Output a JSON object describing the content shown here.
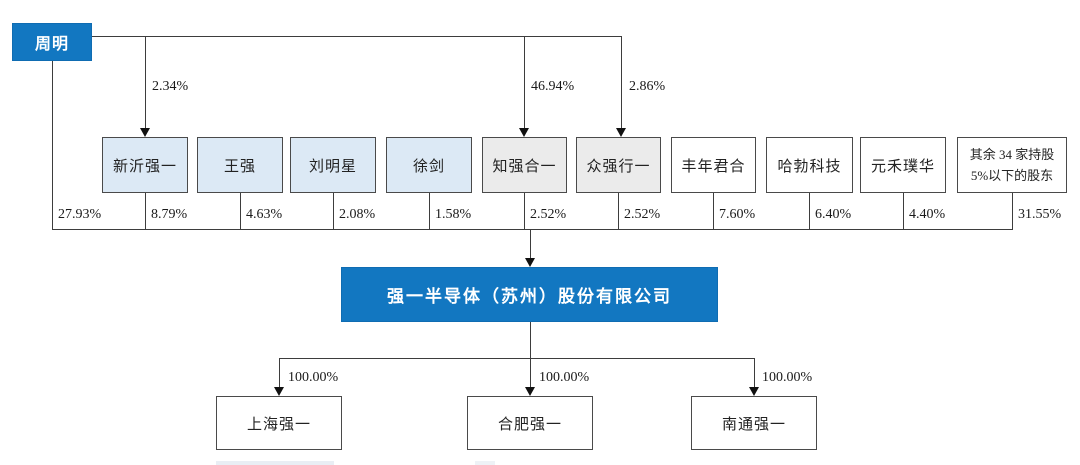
{
  "diagram": {
    "type": "equity-ownership-structure",
    "root": {
      "label": "周明",
      "direct_pct": "27.93%"
    },
    "root_links": [
      {
        "target": "新沂强一",
        "pct": "2.34%"
      },
      {
        "target": "知强合一",
        "pct": "46.94%"
      },
      {
        "target": "众强行一",
        "pct": "2.86%"
      }
    ],
    "shareholders": [
      {
        "label": "新沂强一",
        "pct": "8.79%"
      },
      {
        "label": "王强",
        "pct": "4.63%"
      },
      {
        "label": "刘明星",
        "pct": "2.08%"
      },
      {
        "label": "徐剑",
        "pct": "1.58%"
      },
      {
        "label": "知强合一",
        "pct": "2.52%"
      },
      {
        "label": "众强行一",
        "pct": "2.52%"
      },
      {
        "label": "丰年君合",
        "pct": "7.60%"
      },
      {
        "label": "哈勃科技",
        "pct": "6.40%"
      },
      {
        "label": "元禾璞华",
        "pct": "4.40%"
      },
      {
        "label": "其余 34 家持股 5%以下的股东",
        "pct": "31.55%",
        "lines": [
          "其余 34 家持股",
          "5%以下的股东"
        ]
      }
    ],
    "company": {
      "label": "强一半导体（苏州）股份有限公司"
    },
    "subsidiaries": [
      {
        "label": "上海强一",
        "pct": "100.00%"
      },
      {
        "label": "合肥强一",
        "pct": "100.00%"
      },
      {
        "label": "南通强一",
        "pct": "100.00%"
      }
    ],
    "colors": {
      "primary_blue": "#1277c1",
      "light_blue_fill": "#dce9f5",
      "gray_fill": "#ebebeb",
      "white_fill": "#ffffff",
      "line": "#3d3d3d",
      "text": "#1a1a1a"
    }
  }
}
